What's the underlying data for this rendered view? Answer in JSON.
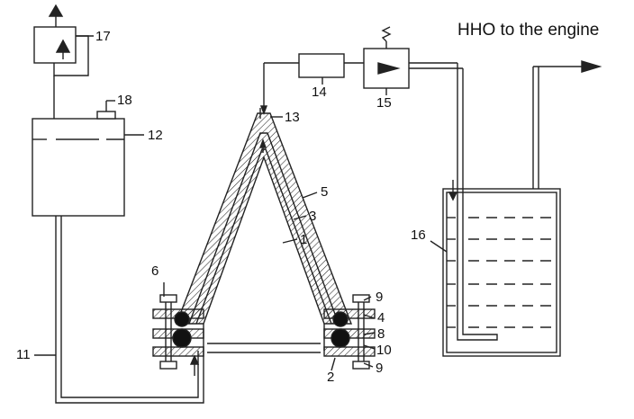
{
  "caption": "HHO to the engine",
  "labels": {
    "l1": "1",
    "l2": "2",
    "l3": "3",
    "l4": "4",
    "l5": "5",
    "l6": "6",
    "l8": "8",
    "l9a": "9",
    "l9b": "9",
    "l10": "10",
    "l11": "11",
    "l12": "12",
    "l13": "13",
    "l14": "14",
    "l15": "15",
    "l16": "16",
    "l17": "17",
    "l18": "18"
  }
}
